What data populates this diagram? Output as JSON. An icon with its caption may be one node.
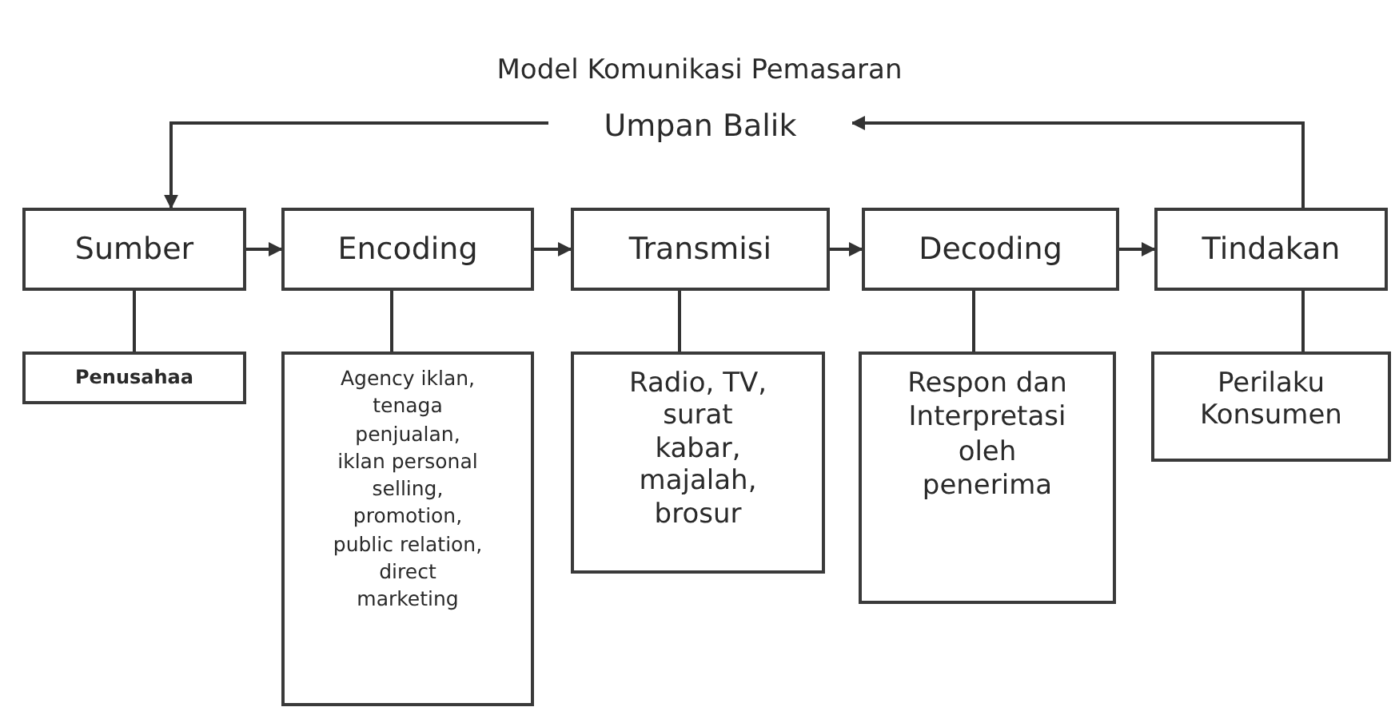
{
  "diagram": {
    "title": "Model Komunikasi Pemasaran",
    "nodes": [
      {
        "text": [
          "Sumber"
        ]
      },
      {
        "text": [
          "Encoding"
        ]
      },
      {
        "text": [
          "Transmisi"
        ]
      },
      {
        "text": [
          "Decoding"
        ]
      },
      {
        "text": [
          "Tindakan"
        ]
      },
      {
        "text": [
          "Umpan Balik"
        ]
      },
      {
        "text": [
          "Penusahaa"
        ]
      },
      {
        "text": [
          "Agency iklan, tenaga penjualan, iklan personal selling, promotion, public relation, direct marketing"
        ]
      },
      {
        "text": [
          "Radio, TV, surat kabar, majalah, brosur"
        ]
      },
      {
        "text": [
          "Respon dan Interpretasi oleh penerima"
        ]
      },
      {
        "text": [
          "Perilaku Konsumen"
        ]
      }
    ],
    "edges": [
      {
        "from": 0,
        "to": 1,
        "arrow": "to"
      },
      {
        "from": 1,
        "to": 2,
        "arrow": "to"
      },
      {
        "from": 2,
        "to": 3,
        "arrow": "to"
      },
      {
        "from": 3,
        "to": 4,
        "arrow": "to"
      },
      {
        "from": 4,
        "to": 5,
        "arrow": "to"
      },
      {
        "from": 5,
        "to": 0,
        "arrow": "to"
      },
      {
        "from": 0,
        "to": 6,
        "arrow": "none"
      },
      {
        "from": 1,
        "to": 7,
        "arrow": "none"
      },
      {
        "from": 2,
        "to": 8,
        "arrow": "none"
      },
      {
        "from": 3,
        "to": 9,
        "arrow": "none"
      },
      {
        "from": 4,
        "to": 10,
        "arrow": "none"
      }
    ]
  }
}
